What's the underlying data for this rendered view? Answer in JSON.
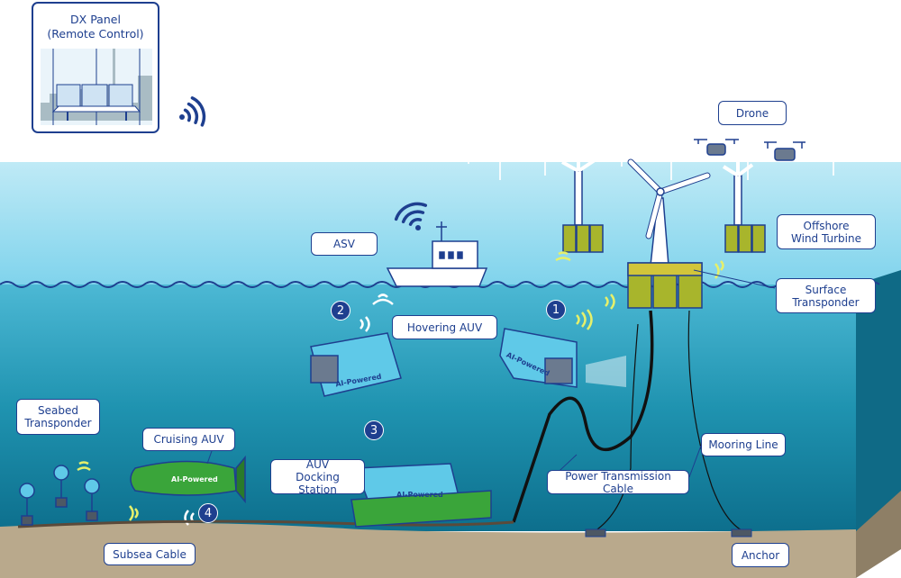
{
  "dx_panel": {
    "title": "DX Panel",
    "subtitle": "(Remote Control)"
  },
  "labels": {
    "drone": "Drone",
    "asv": "ASV",
    "offshore_wind_turbine_1": "Offshore",
    "offshore_wind_turbine_2": "Wind Turbine",
    "surface_transponder_1": "Surface",
    "surface_transponder_2": "Transponder",
    "hovering_auv": "Hovering AUV",
    "seabed_transponder_1": "Seabed",
    "seabed_transponder_2": "Transponder",
    "cruising_auv": "Cruising AUV",
    "docking_station_1": "AUV",
    "docking_station_2": "Docking Station",
    "mooring_line": "Mooring Line",
    "power_transmission_cable": "Power Transmission Cable",
    "subsea_cable": "Subsea Cable",
    "anchor": "Anchor"
  },
  "markers": [
    "1",
    "2",
    "3",
    "4"
  ],
  "auv_text": "AI-Powered",
  "colors": {
    "label_border": "#1e3f8f",
    "sea": "#1f93b0",
    "sky_sea": "#8fdcef",
    "seabed": "#b9a98c",
    "auv_blue": "#5fc9e8",
    "auv_green": "#3aa53a",
    "turbine_float": "#a8b52c"
  },
  "icons": [
    "wifi-signal-icon",
    "drone-icon",
    "wind-turbine-icon",
    "boat-icon",
    "auv-icon",
    "transponder-icon",
    "anchor-block-icon"
  ]
}
